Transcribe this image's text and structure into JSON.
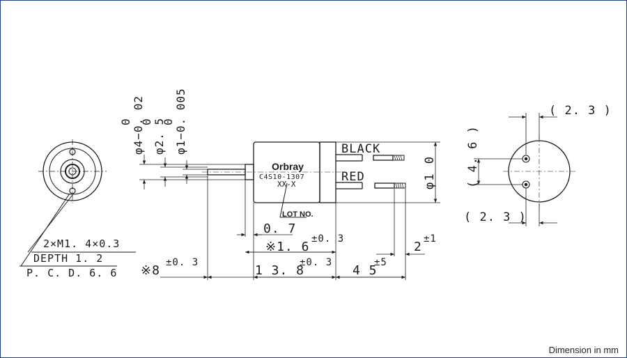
{
  "brand": "Orbray",
  "model": "C4S10-1307",
  "lot_code": "XX-X",
  "lot_label": "LOT NO.",
  "wires": {
    "top": "BLACK",
    "bottom": "RED"
  },
  "front_view": {
    "line1": "2×M1. 4×0.3",
    "line2": "DEPTH 1. 2",
    "line3": "P. C. D. 6. 6"
  },
  "dims": {
    "phi4": "φ4−0. 02",
    "phi4_tol": "0",
    "phi25": "φ2. 5",
    "phi25_tol": "0",
    "phi1": "φ1−0. 005",
    "phi1_tol": "0",
    "phi10": "φ1 0",
    "d07": "0. 7",
    "d16": "※1. 6",
    "d16_tol": "±0. 3",
    "d2": "2",
    "d2_tol": "±1",
    "d8": "※8",
    "d8_tol": "±0. 3",
    "d138": "1 3. 8",
    "d138_tol": "±0. 3",
    "d45": "4 5",
    "d45_tol": "±5"
  },
  "rear_view": {
    "top": "( 2. 3 )",
    "bottom": "( 2. 3 )",
    "side": "( 4. 6 )"
  },
  "footer": "Dimension in mm",
  "colors": {
    "line": "#1a1a1a",
    "frame": "#1f3f8f"
  }
}
